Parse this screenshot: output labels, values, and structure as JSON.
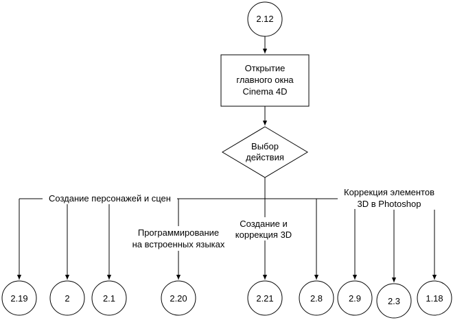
{
  "diagram": {
    "start_node": "2.12",
    "process_box": [
      "Открытие",
      "главного окна",
      "Cinema 4D"
    ],
    "decision": [
      "Выбор",
      "действия"
    ],
    "branch_labels": {
      "characters": "Создание персонажей и сцен",
      "programming": [
        "Программирование",
        "на встроенных языках"
      ],
      "create_3d": [
        "Создание и",
        "коррекция 3D"
      ],
      "photoshop": [
        "Коррекция элементов",
        "3D в Photoshop"
      ]
    },
    "end_nodes": [
      "2.19",
      "2",
      "2.1",
      "2.20",
      "2.21",
      "2.8",
      "2.9",
      "2.3",
      "1.18"
    ]
  }
}
